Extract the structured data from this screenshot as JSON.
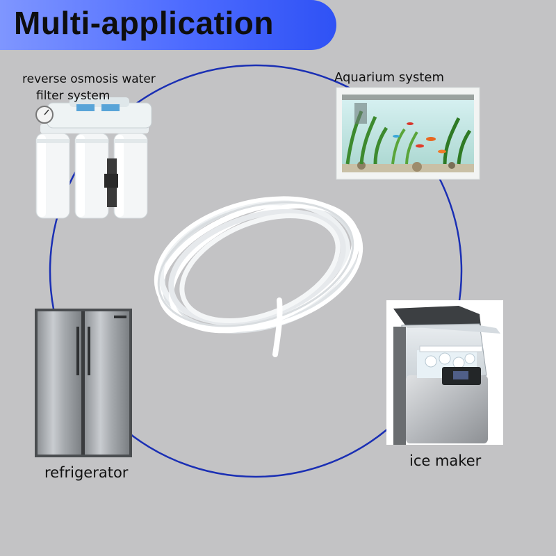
{
  "title": "Multi-application",
  "applications": [
    {
      "label_lines": [
        "reverse osmosis water",
        "filter system"
      ],
      "icon": "ro-filter-icon"
    },
    {
      "label": "Aquarium system",
      "icon": "aquarium-icon"
    },
    {
      "label": "refrigerator",
      "icon": "refrigerator-icon"
    },
    {
      "label": "ice maker",
      "icon": "ice-maker-icon"
    }
  ],
  "center_product": {
    "icon": "white-tubing-coil-icon"
  },
  "colors": {
    "background": "#c3c3c5",
    "ring": "#1a2fb4",
    "title_band": "#3f5ef7"
  }
}
